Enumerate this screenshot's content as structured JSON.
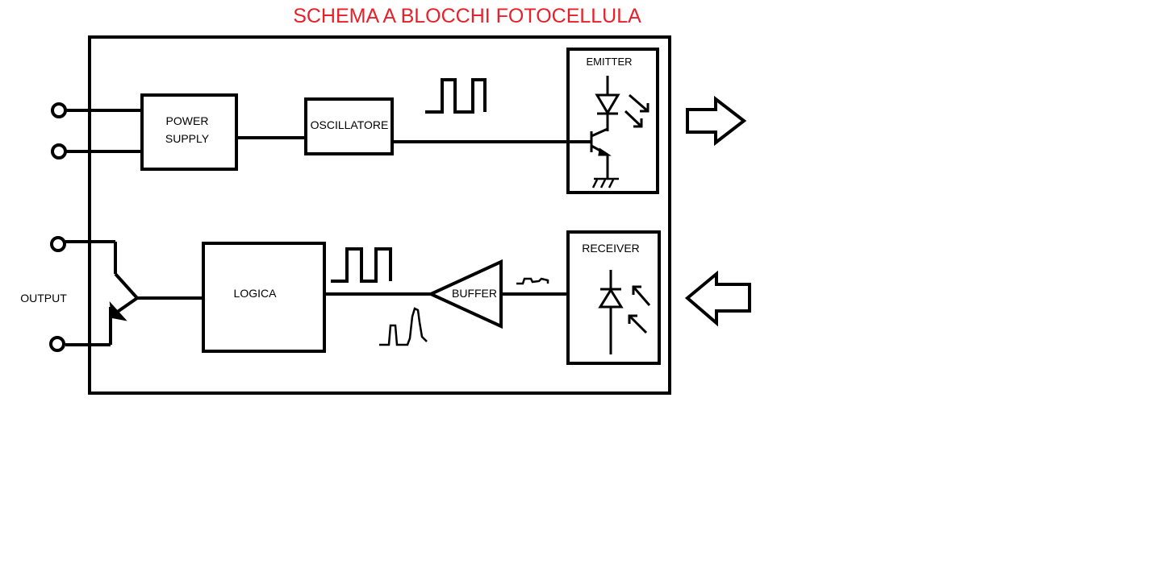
{
  "title": "SCHEMA A BLOCCHI FOTOCELLULA",
  "colors": {
    "title": "#e8202a",
    "stroke": "#000000",
    "background": "#ffffff"
  },
  "blocks": {
    "power_supply": {
      "line1": "POWER",
      "line2": "SUPPLY"
    },
    "oscillator": "OSCILLATORE",
    "emitter": "EMITTER",
    "receiver": "RECEIVER",
    "buffer": "BUFFER",
    "logic": "LOGICA"
  },
  "output_label": "OUTPUT",
  "icons": [
    "input-terminal-icon",
    "square-wave-icon",
    "led-icon",
    "transistor-icon",
    "ground-icon",
    "photodiode-icon",
    "buffer-amplifier-icon",
    "right-arrow-icon",
    "left-arrow-icon"
  ]
}
